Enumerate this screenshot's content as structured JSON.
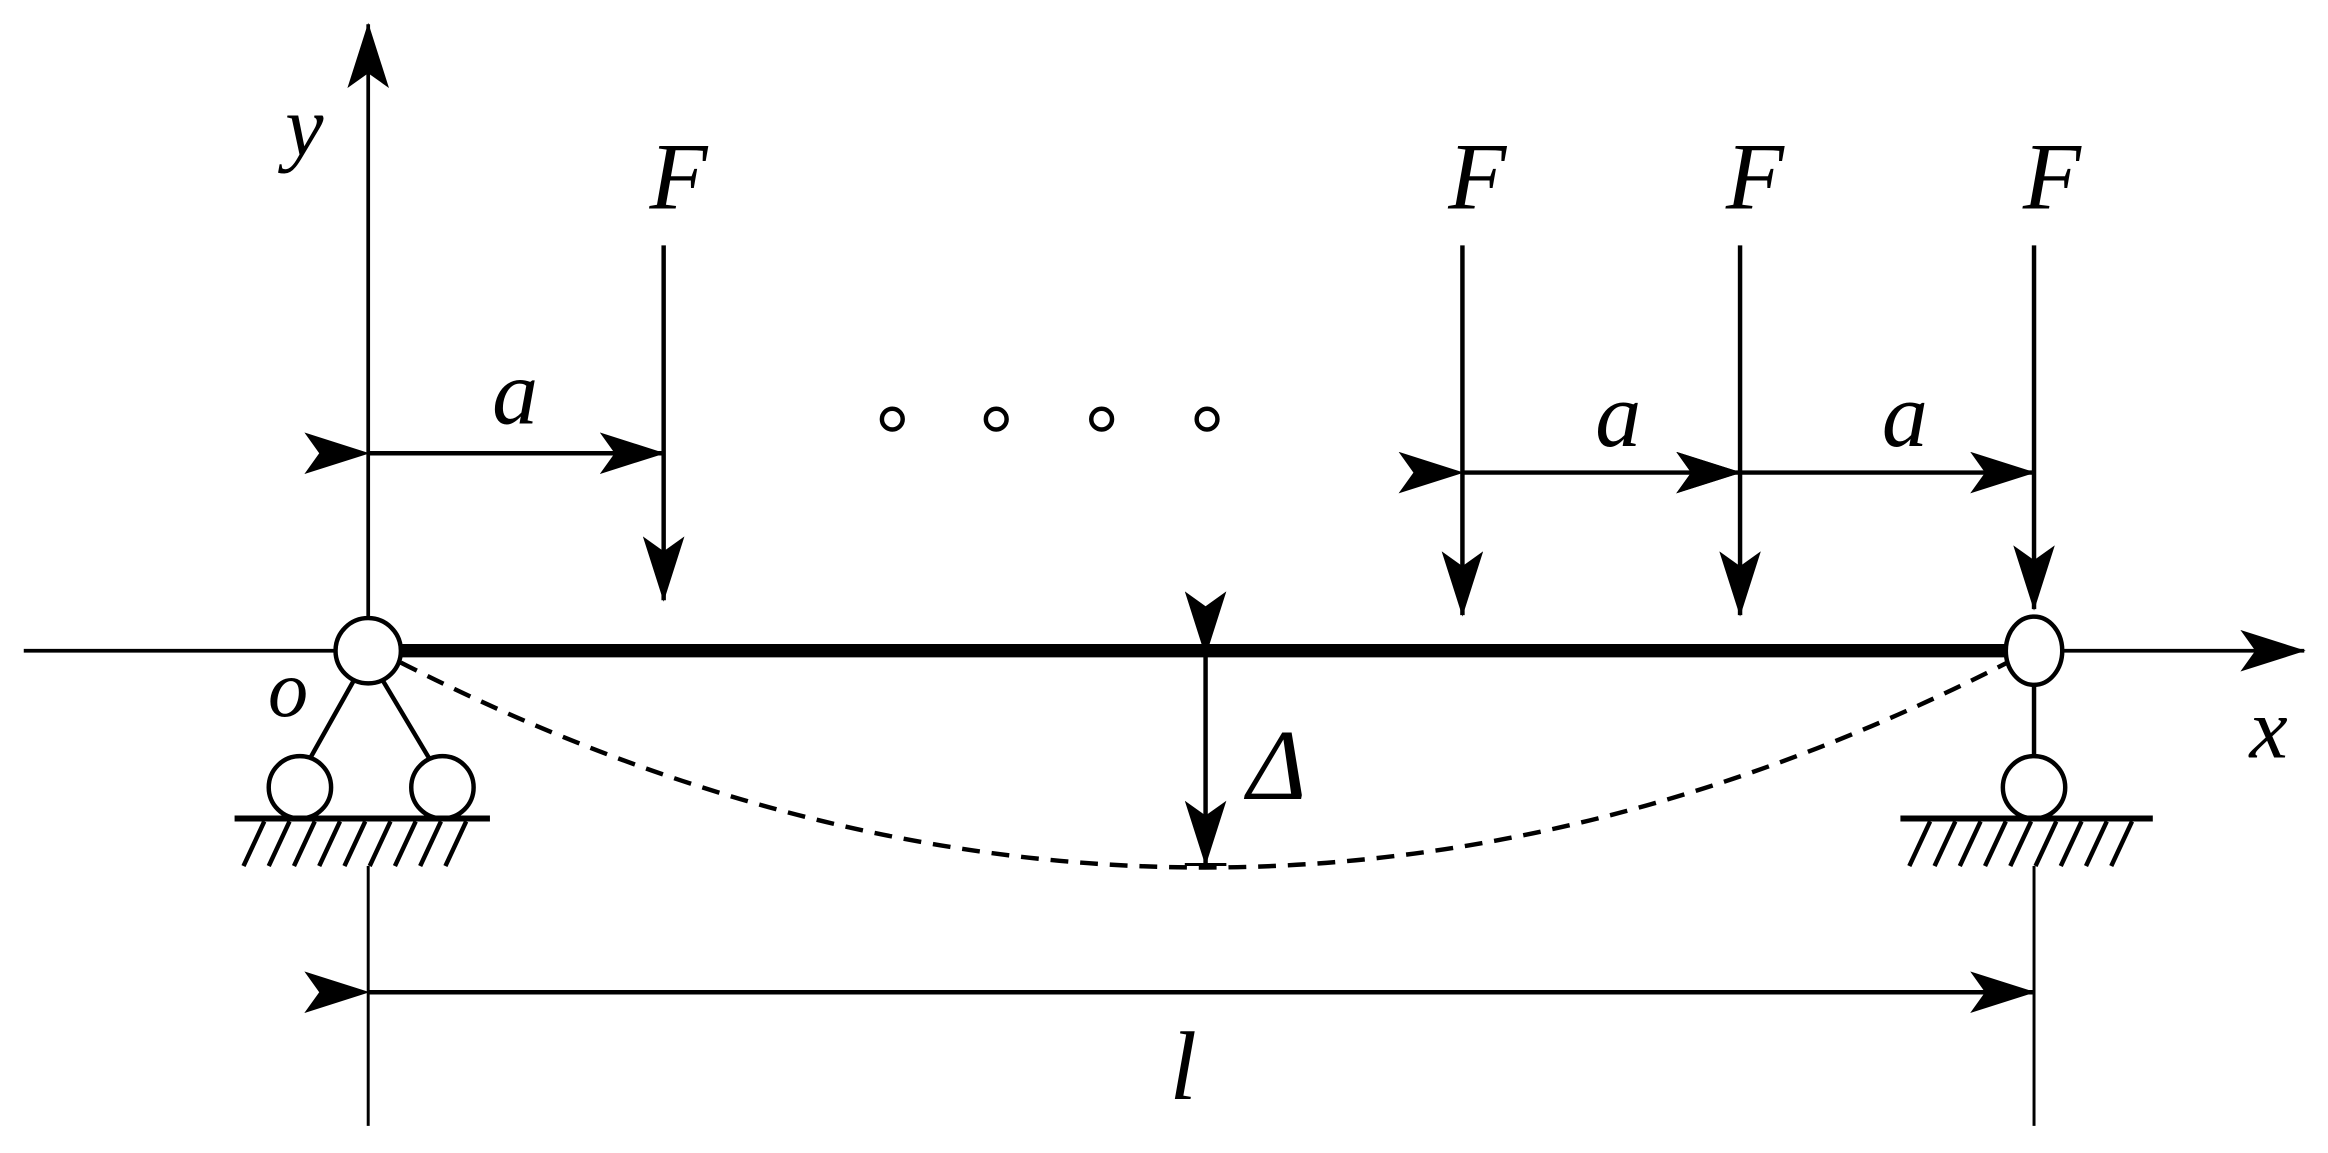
{
  "labels": {
    "y_axis": "y",
    "x_axis": "x",
    "origin": "o",
    "force": "F",
    "spacing": "a",
    "span_length": "l",
    "deflection": "Δ"
  },
  "colors": {
    "ink": "#000000",
    "background": "#ffffff"
  }
}
